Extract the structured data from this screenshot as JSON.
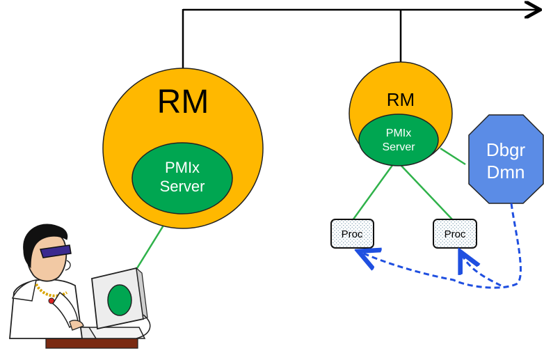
{
  "nodes": {
    "rm_left": {
      "label": "RM"
    },
    "pmix_left": {
      "line1": "PMIx",
      "line2": "Server"
    },
    "rm_right": {
      "label": "RM"
    },
    "pmix_right": {
      "line1": "PMIx",
      "line2": "Server"
    },
    "debugger": {
      "line1": "Dbgr",
      "line2": "Dmn"
    },
    "proc_1": {
      "label": "Proc"
    },
    "proc_2": {
      "label": "Proc"
    }
  },
  "colors": {
    "rm_fill": "#FFB800",
    "pmix_fill": "#00A651",
    "debugger_fill": "#5B8CE6",
    "connector_green": "#2FB24A",
    "dashed_blue": "#1F4FE0",
    "bus_line": "#000000"
  },
  "icons": {
    "user": "developer-at-workstation-icon"
  }
}
